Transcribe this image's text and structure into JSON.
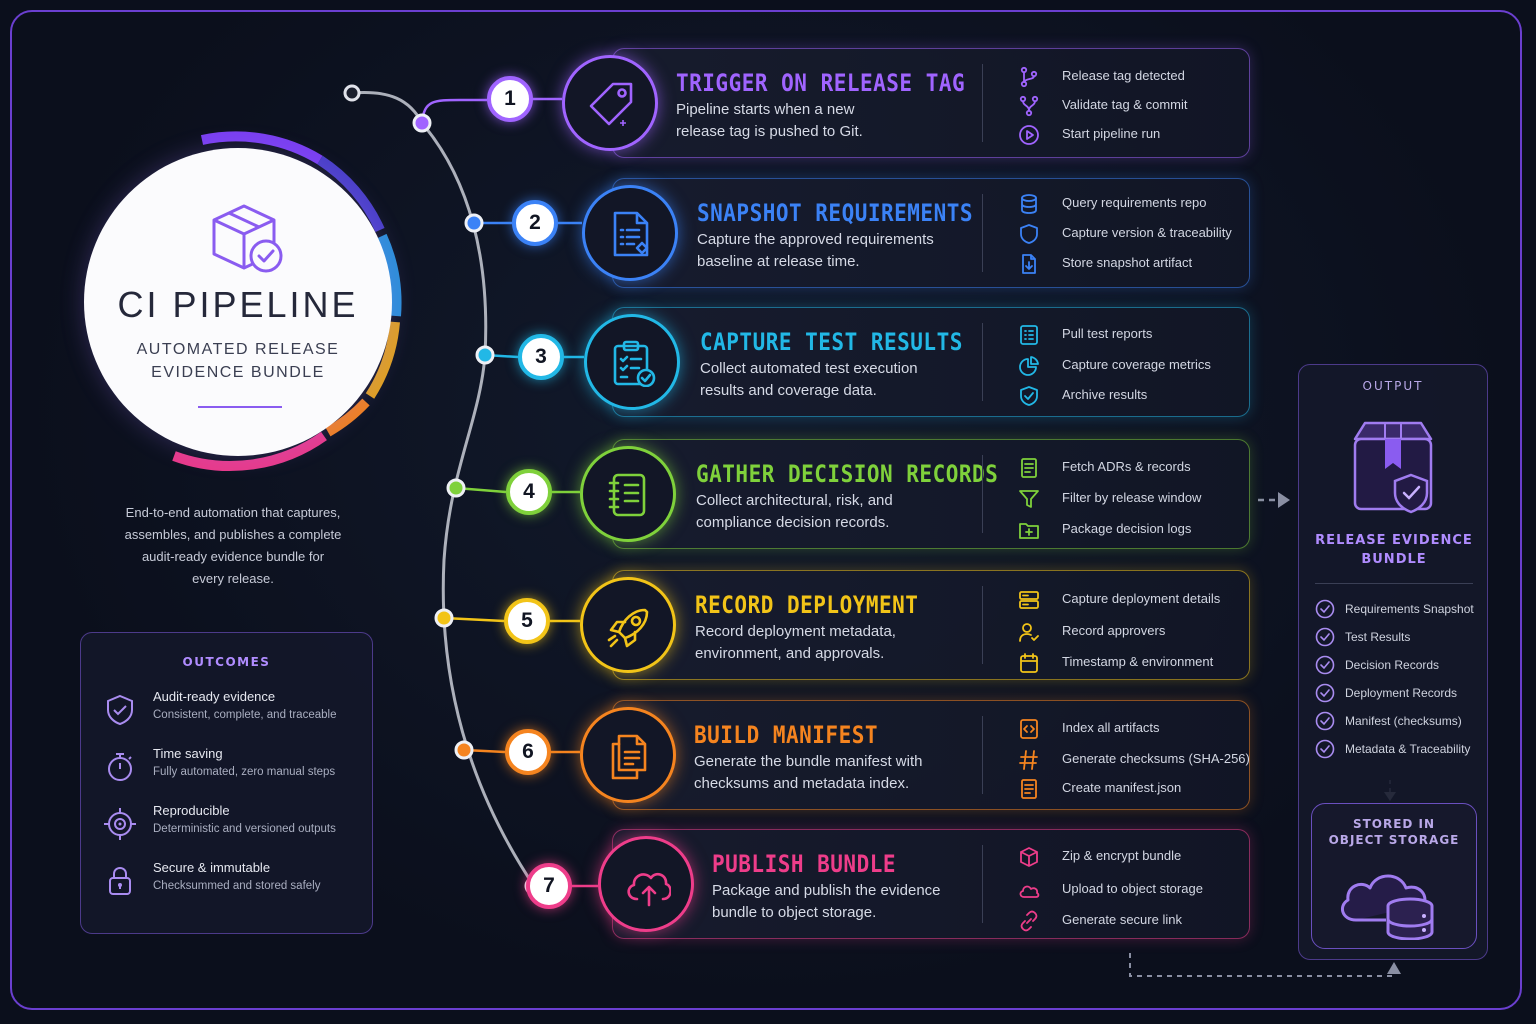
{
  "hero": {
    "title": "CI PIPELINE",
    "subtitle_line1": "AUTOMATED RELEASE",
    "subtitle_line2": "EVIDENCE BUNDLE",
    "icon": "box-check-icon"
  },
  "description": {
    "line1": "End-to-end automation that captures,",
    "line2": "assembles, and publishes a complete",
    "line3": "audit-ready evidence bundle for",
    "line4": "every release."
  },
  "outcomes": {
    "title": "OUTCOMES",
    "items": [
      {
        "title": "Audit-ready evidence",
        "subtitle": "Consistent, complete, and traceable",
        "icon": "shield-check-icon"
      },
      {
        "title": "Time saving",
        "subtitle": "Fully automated, zero manual steps",
        "icon": "stopwatch-icon"
      },
      {
        "title": "Reproducible",
        "subtitle": "Deterministic and versioned outputs",
        "icon": "target-icon"
      },
      {
        "title": "Secure & immutable",
        "subtitle": "Checksummed and stored safely",
        "icon": "lock-icon"
      }
    ]
  },
  "steps": [
    {
      "number": "1",
      "title": "TRIGGER ON RELEASE TAG",
      "desc_line1": "Pipeline starts when a new",
      "desc_line2": "release tag is pushed to Git.",
      "color": "#a064ff",
      "icon": "tag-icon",
      "items": [
        {
          "label": "Release tag detected",
          "icon": "git-branch-icon"
        },
        {
          "label": "Validate tag & commit",
          "icon": "git-merge-icon"
        },
        {
          "label": "Start pipeline run",
          "icon": "play-icon"
        }
      ]
    },
    {
      "number": "2",
      "title": "SNAPSHOT REQUIREMENTS",
      "desc_line1": "Capture the approved requirements",
      "desc_line2": "baseline at release time.",
      "color": "#3b82f6",
      "icon": "document-icon",
      "items": [
        {
          "label": "Query requirements repo",
          "icon": "database-icon"
        },
        {
          "label": "Capture version & traceability",
          "icon": "shield-icon"
        },
        {
          "label": "Store snapshot artifact",
          "icon": "file-download-icon"
        }
      ]
    },
    {
      "number": "3",
      "title": "CAPTURE TEST RESULTS",
      "desc_line1": "Collect automated test execution",
      "desc_line2": "results and coverage data.",
      "color": "#22b8e6",
      "icon": "clipboard-check-icon",
      "items": [
        {
          "label": "Pull test reports",
          "icon": "list-icon"
        },
        {
          "label": "Capture coverage metrics",
          "icon": "pie-chart-icon"
        },
        {
          "label": "Archive results",
          "icon": "shield-check-icon"
        }
      ]
    },
    {
      "number": "4",
      "title": "GATHER DECISION RECORDS",
      "desc_line1": "Collect architectural, risk, and",
      "desc_line2": "compliance decision records.",
      "color": "#7fd13b",
      "icon": "notebook-icon",
      "items": [
        {
          "label": "Fetch ADRs & records",
          "icon": "document-lines-icon"
        },
        {
          "label": "Filter by release window",
          "icon": "filter-icon"
        },
        {
          "label": "Package decision logs",
          "icon": "folder-plus-icon"
        }
      ]
    },
    {
      "number": "5",
      "title": "RECORD DEPLOYMENT",
      "desc_line1": "Record deployment metadata,",
      "desc_line2": "environment, and approvals.",
      "color": "#f2c418",
      "icon": "rocket-icon",
      "items": [
        {
          "label": "Capture deployment details",
          "icon": "server-icon"
        },
        {
          "label": "Record approvers",
          "icon": "user-check-icon"
        },
        {
          "label": "Timestamp & environment",
          "icon": "calendar-icon"
        }
      ]
    },
    {
      "number": "6",
      "title": "BUILD MANIFEST",
      "desc_line1": "Generate the bundle manifest with",
      "desc_line2": "checksums and metadata index.",
      "color": "#f5841f",
      "icon": "files-icon",
      "items": [
        {
          "label": "Index all artifacts",
          "icon": "code-file-icon"
        },
        {
          "label": "Generate checksums (SHA-256)",
          "icon": "hash-icon"
        },
        {
          "label": "Create manifest.json",
          "icon": "document-lines-icon"
        }
      ]
    },
    {
      "number": "7",
      "title": "PUBLISH BUNDLE",
      "desc_line1": "Package and publish the evidence",
      "desc_line2": "bundle to object storage.",
      "color": "#ee3d8a",
      "icon": "cloud-upload-icon",
      "items": [
        {
          "label": "Zip & encrypt bundle",
          "icon": "cube-icon"
        },
        {
          "label": "Upload to object storage",
          "icon": "cloud-icon"
        },
        {
          "label": "Generate secure link",
          "icon": "link-icon"
        }
      ]
    }
  ],
  "output": {
    "title": "OUTPUT",
    "bundle_line1": "RELEASE EVIDENCE",
    "bundle_line2": "BUNDLE",
    "items": [
      "Requirements Snapshot",
      "Test Results",
      "Decision Records",
      "Deployment Records",
      "Manifest (checksums)",
      "Metadata & Traceability"
    ],
    "storage_line1": "STORED IN",
    "storage_line2": "OBJECT STORAGE"
  }
}
